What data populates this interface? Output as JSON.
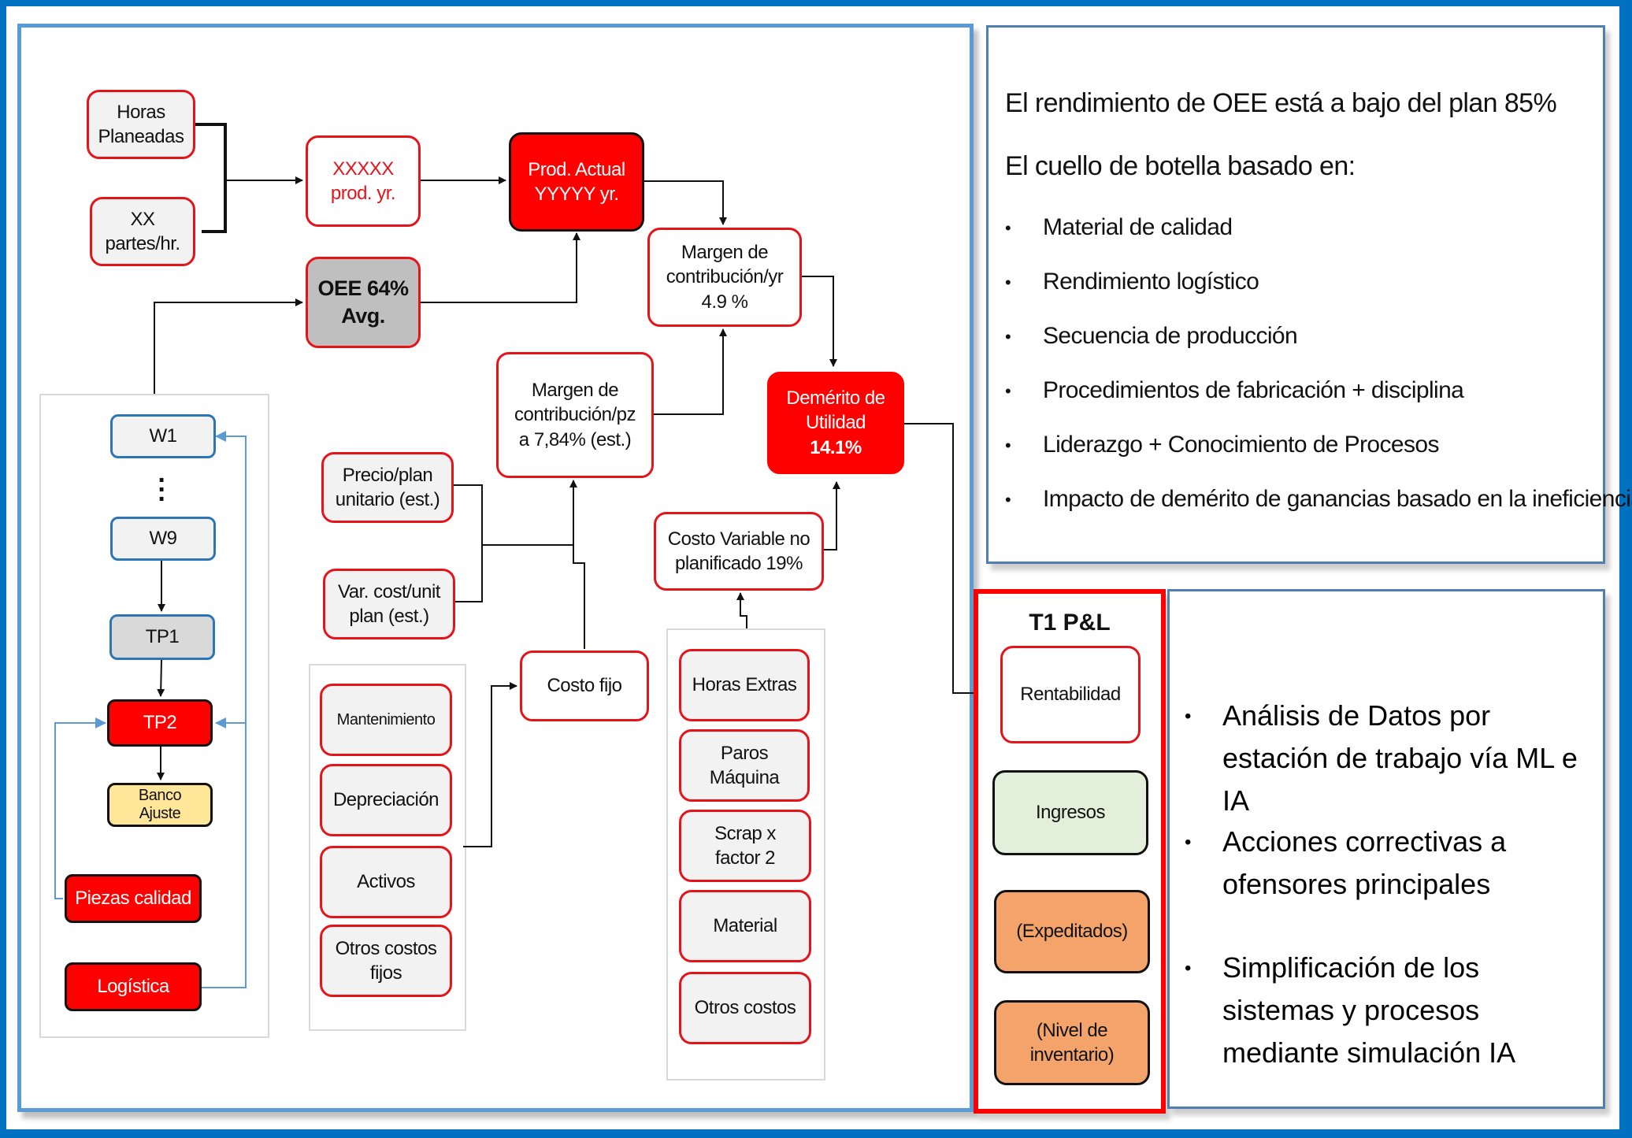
{
  "colors": {
    "frame_blue": "#0070c0",
    "panel_blue": "#5b9bd5",
    "node_red": "#ff0000",
    "outline_red": "#e5141a",
    "oee_gray": "#bfbfbf",
    "station_blue": "#2e75b6",
    "bank_yellow": "#ffe699",
    "income_green": "#e2efda",
    "orange": "#f4a46b"
  },
  "flow": {
    "planned_hours": "Horas\nPlaneadas",
    "parts_per_hour": "XX\npartes/hr.",
    "prod_year": "XXXXX\nprod. yr.",
    "actual_prod": "Prod. Actual\nYYYYY yr.",
    "oee": "OEE 64%\nAvg.",
    "margin_year": "Margen de\ncontribución/yr\n4.9 %",
    "margin_piece": "Margen de\ncontribución/pz\na 7,84% (est.)",
    "profit_demerit_line1": "Demérito de\nUtilidad",
    "profit_demerit_value": "14.1%",
    "unit_price": "Precio/plan\nunitario (est.)",
    "var_cost": "Var. cost/unit\nplan (est.)",
    "fixed_cost": "Costo fijo",
    "unplanned_var_cost": "Costo Variable no\nplanificado 19%"
  },
  "stations": {
    "w1": "W1",
    "w9": "W9",
    "tp1": "TP1",
    "tp2": "TP2",
    "bank": "Banco\nAjuste",
    "quality_parts": "Piezas calidad",
    "logistics": "Logística"
  },
  "fixed_costs": [
    "Mantenimiento",
    "Depreciación",
    "Activos",
    "Otros costos\nfijos"
  ],
  "variable_costs": [
    "Horas Extras",
    "Paros\nMáquina",
    "Scrap x\nfactor 2",
    "Material",
    "Otros costos"
  ],
  "pl": {
    "title": "T1 P&L",
    "profitability": "Rentabilidad",
    "income": "Ingresos",
    "expedited": "(Expeditados)",
    "inventory": "(Nivel de\ninventario)"
  },
  "findings": {
    "line1": "El rendimiento de OEE está a bajo del plan 85%",
    "line2": "El cuello de botella basado en:",
    "bullets": [
      "Material de calidad",
      "Rendimiento logístico",
      "Secuencia de producción",
      "Procedimientos de fabricación + disciplina",
      "Liderazgo + Conocimiento de Procesos",
      "Impacto de demérito de ganancias basado en la ineficiencia"
    ]
  },
  "actions": {
    "bullets": [
      "Análisis de Datos por estación de trabajo vía ML e IA",
      "Acciones correctivas a ofensores principales",
      "Simplificación de los sistemas y procesos mediante simulación IA"
    ]
  },
  "icons": {
    "bullet": "•",
    "vertical_ellipsis": "⋮"
  }
}
